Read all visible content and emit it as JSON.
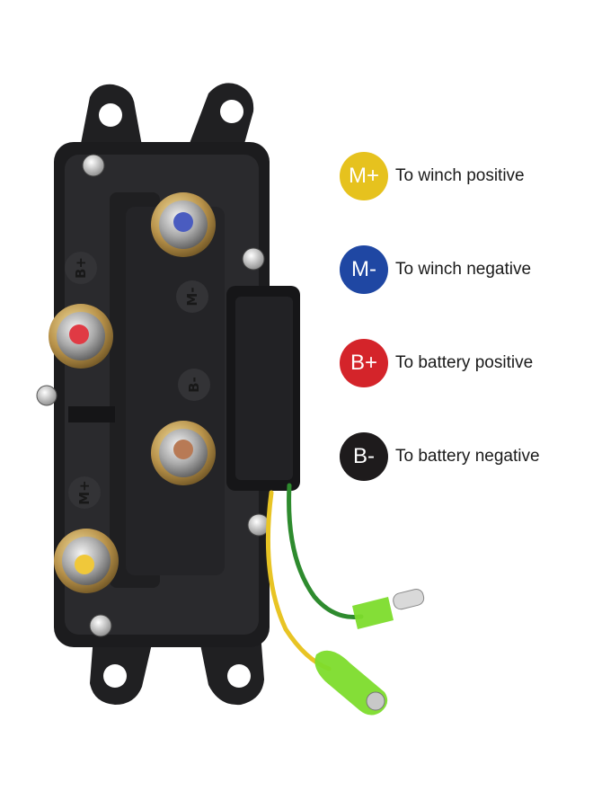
{
  "legend": {
    "items": [
      {
        "badge": "M+",
        "text": "To winch positive",
        "color": "#e6c21e"
      },
      {
        "badge": "M-",
        "text": "To winch negative",
        "color": "#1f47a3"
      },
      {
        "badge": "B+",
        "text": "To battery positive",
        "color": "#d4242a"
      },
      {
        "badge": "B-",
        "text": "To battery negative",
        "color": "#1e1b1c"
      }
    ]
  },
  "device": {
    "terminal_labels": {
      "m_neg": "M-",
      "b_pos": "B+",
      "b_neg": "B-",
      "m_pos": "M+"
    },
    "colors": {
      "body": "#1c1c1e",
      "stud_m_neg": "#4a5cc0",
      "stud_b_pos": "#e03a44",
      "stud_b_neg": "#b87a55",
      "stud_m_pos": "#f0c83a",
      "wire_green": "#2e8b2e",
      "wire_yellow": "#e8c424",
      "connector": "#7ddc2c"
    }
  }
}
